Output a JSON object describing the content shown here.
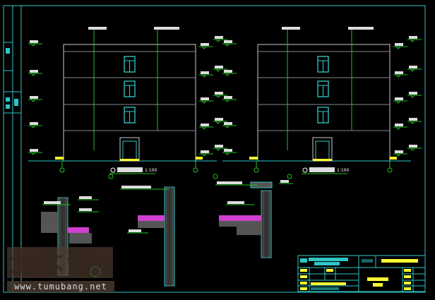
{
  "drawing": {
    "elevation_left_scale": "1:100",
    "elevation_right_scale": "1:100",
    "colors": {
      "background": "#000000",
      "frame": "#2fc6c6",
      "dim": "#22c022",
      "wall": "#c8c8c8",
      "window": "#33cccc",
      "magenta": "#d040d0",
      "text": "#ffffff",
      "yellow": "#ffff33"
    }
  },
  "watermark": {
    "logo": "土木帮",
    "url": "www.tumubang.net"
  }
}
